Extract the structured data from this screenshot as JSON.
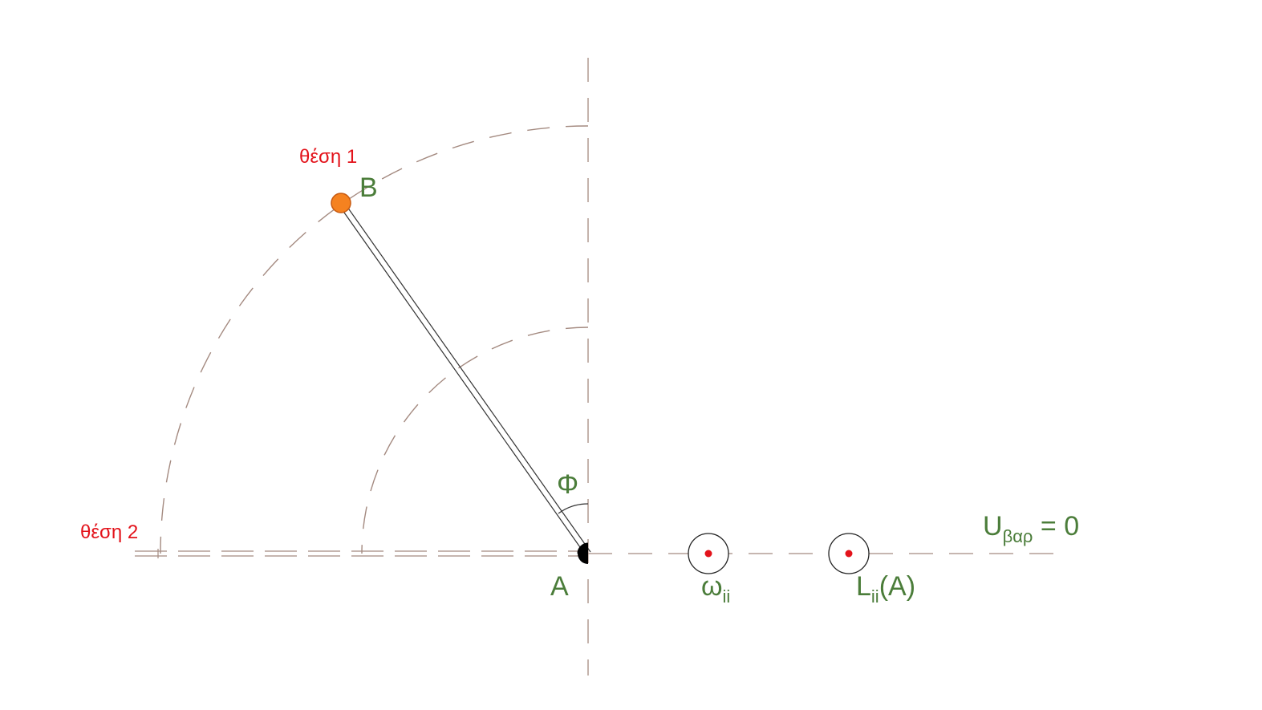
{
  "labels": {
    "position_1": "θέση 1",
    "position_2": "θέση 2",
    "point_b": "B",
    "point_a": "A",
    "angle": "Φ",
    "omega": "ω",
    "omega_sub": "ii",
    "l_main": "L",
    "l_sub": "ii",
    "l_suffix": "(A)",
    "u_main": "U",
    "u_sub": "βαρ",
    "u_suffix": " = 0"
  },
  "colors": {
    "construction_line": "#a48a80",
    "rod": "#333333",
    "mass": "#f58220",
    "mass_outline": "#c85a10",
    "pivot": "#000000",
    "vector_dot": "#e3131b",
    "label_red": "#e3131b",
    "label_green": "#4b7d3a"
  },
  "icons": {
    "omega_vector": "out-of-page-vector-icon",
    "l_vector": "out-of-page-vector-icon"
  }
}
